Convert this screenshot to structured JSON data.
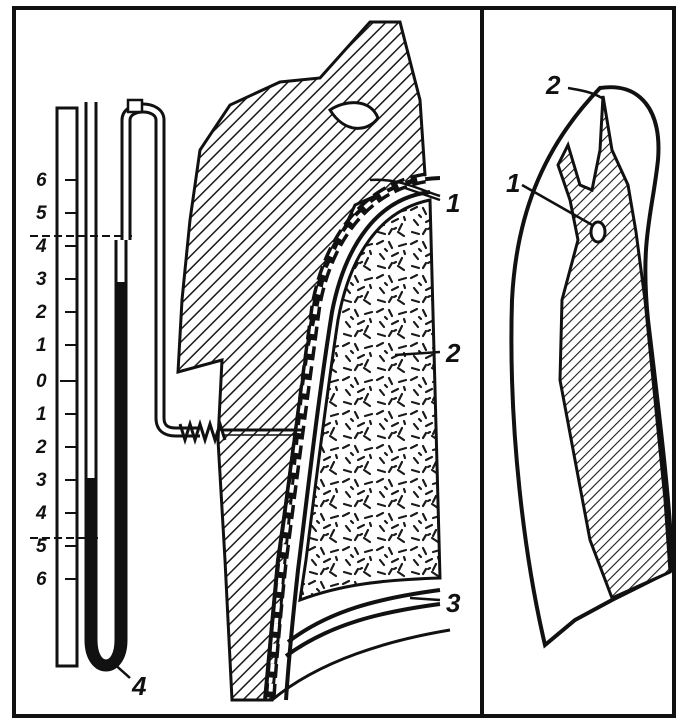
{
  "scale": {
    "upper": [
      "6",
      "5",
      "4",
      "3",
      "2",
      "1"
    ],
    "zero": "0",
    "lower": [
      "1",
      "2",
      "3",
      "4",
      "5",
      "6"
    ]
  },
  "left_panel": {
    "labels": {
      "pleura_layers": "1",
      "lung_tissue": "2",
      "diaphragm": "3",
      "manometer_bend": "4"
    }
  },
  "right_panel": {
    "labels": {
      "point_lower": "1",
      "point_upper": "2"
    }
  }
}
